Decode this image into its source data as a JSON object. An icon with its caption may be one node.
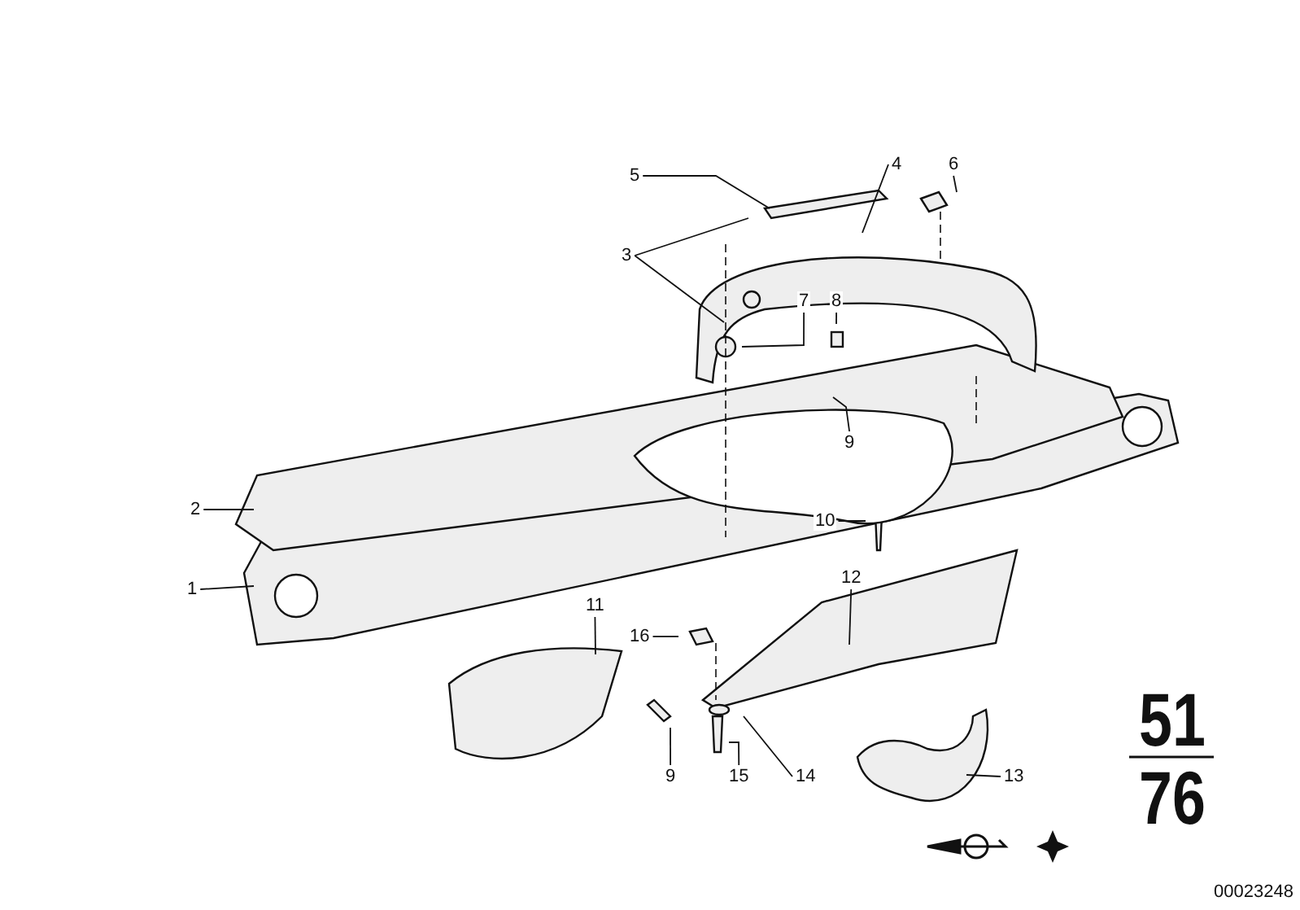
{
  "diagram": {
    "nodes": [
      {
        "text": [
          "4"
        ]
      },
      {
        "text": [
          "6"
        ]
      },
      {
        "text": [
          "5"
        ]
      },
      {
        "text": [
          "3"
        ]
      },
      {
        "text": [
          "7"
        ]
      },
      {
        "text": [
          "8"
        ]
      },
      {
        "text": [
          "9"
        ]
      },
      {
        "text": [
          "2"
        ]
      },
      {
        "text": [
          "10"
        ]
      },
      {
        "text": [
          "12"
        ]
      },
      {
        "text": [
          "1"
        ]
      },
      {
        "text": [
          "11"
        ]
      },
      {
        "text": [
          "16"
        ]
      },
      {
        "text": [
          "9"
        ]
      },
      {
        "text": [
          "15"
        ]
      },
      {
        "text": [
          "14"
        ]
      },
      {
        "text": [
          "13"
        ]
      }
    ],
    "edges": [
      {
        "from": 0,
        "to": null,
        "arrow": "none"
      },
      {
        "from": 1,
        "to": null,
        "arrow": "none"
      },
      {
        "from": 2,
        "to": null,
        "arrow": "none"
      },
      {
        "from": 3,
        "to": null,
        "arrow": "none"
      },
      {
        "from": 3,
        "to": null,
        "arrow": "none"
      },
      {
        "from": 4,
        "to": null,
        "arrow": "none"
      },
      {
        "from": 5,
        "to": null,
        "arrow": "none"
      },
      {
        "from": 6,
        "to": null,
        "arrow": "none"
      },
      {
        "from": 7,
        "to": null,
        "arrow": "none"
      },
      {
        "from": 8,
        "to": null,
        "arrow": "none"
      },
      {
        "from": 9,
        "to": null,
        "arrow": "none"
      },
      {
        "from": 10,
        "to": null,
        "arrow": "none"
      },
      {
        "from": 11,
        "to": null,
        "arrow": "none"
      },
      {
        "from": 12,
        "to": null,
        "arrow": "none"
      },
      {
        "from": 13,
        "to": null,
        "arrow": "none"
      },
      {
        "from": 14,
        "to": null,
        "arrow": "none"
      },
      {
        "from": 15,
        "to": null,
        "arrow": "none"
      },
      {
        "from": 16,
        "to": null,
        "arrow": "none"
      }
    ],
    "labels": [
      "51",
      "76",
      "00023248"
    ]
  }
}
